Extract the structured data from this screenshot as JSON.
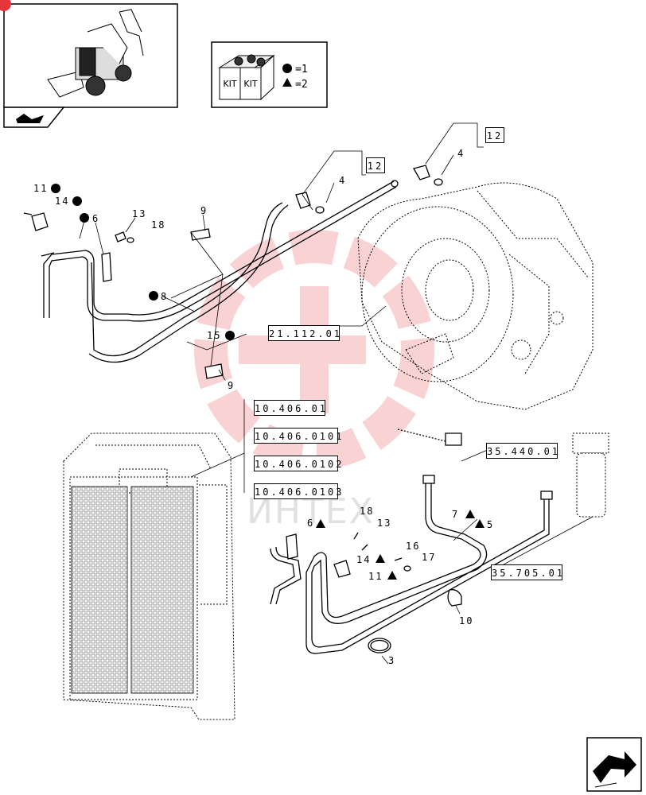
{
  "kit_legend": {
    "kit_label_1": "KIT",
    "kit_label_2": "KIT",
    "circle_value": "=1",
    "triangle_value": "=2"
  },
  "watermark": "ИНТЕХ",
  "references": {
    "ref_12_a": "12",
    "ref_12_b": "12",
    "ref_21_112_01": "21.112.01",
    "ref_10_406_01": "10.406.01",
    "ref_10_406_0101": "10.406.0101",
    "ref_10_406_0102": "10.406.0102",
    "ref_10_406_0103": "10.406.0103",
    "ref_35_440_01": "35.440.01",
    "ref_35_705_01": "35.705.01"
  },
  "callouts": {
    "c11_top": "11",
    "c14_top": "14",
    "c6_top": "6",
    "c13_top": "13",
    "c18_top": "18",
    "c9_top": "9",
    "c4_left": "4",
    "c4_right": "4",
    "c8": "8",
    "c15": "15",
    "c9_bottom": "9",
    "c18_bottom": "18",
    "c13_bottom": "13",
    "c6_bottom": "6",
    "c7": "7",
    "c5": "5",
    "c16": "16",
    "c14_bottom": "14",
    "c17": "17",
    "c11_bottom": "11",
    "c10": "10",
    "c3": "3"
  }
}
